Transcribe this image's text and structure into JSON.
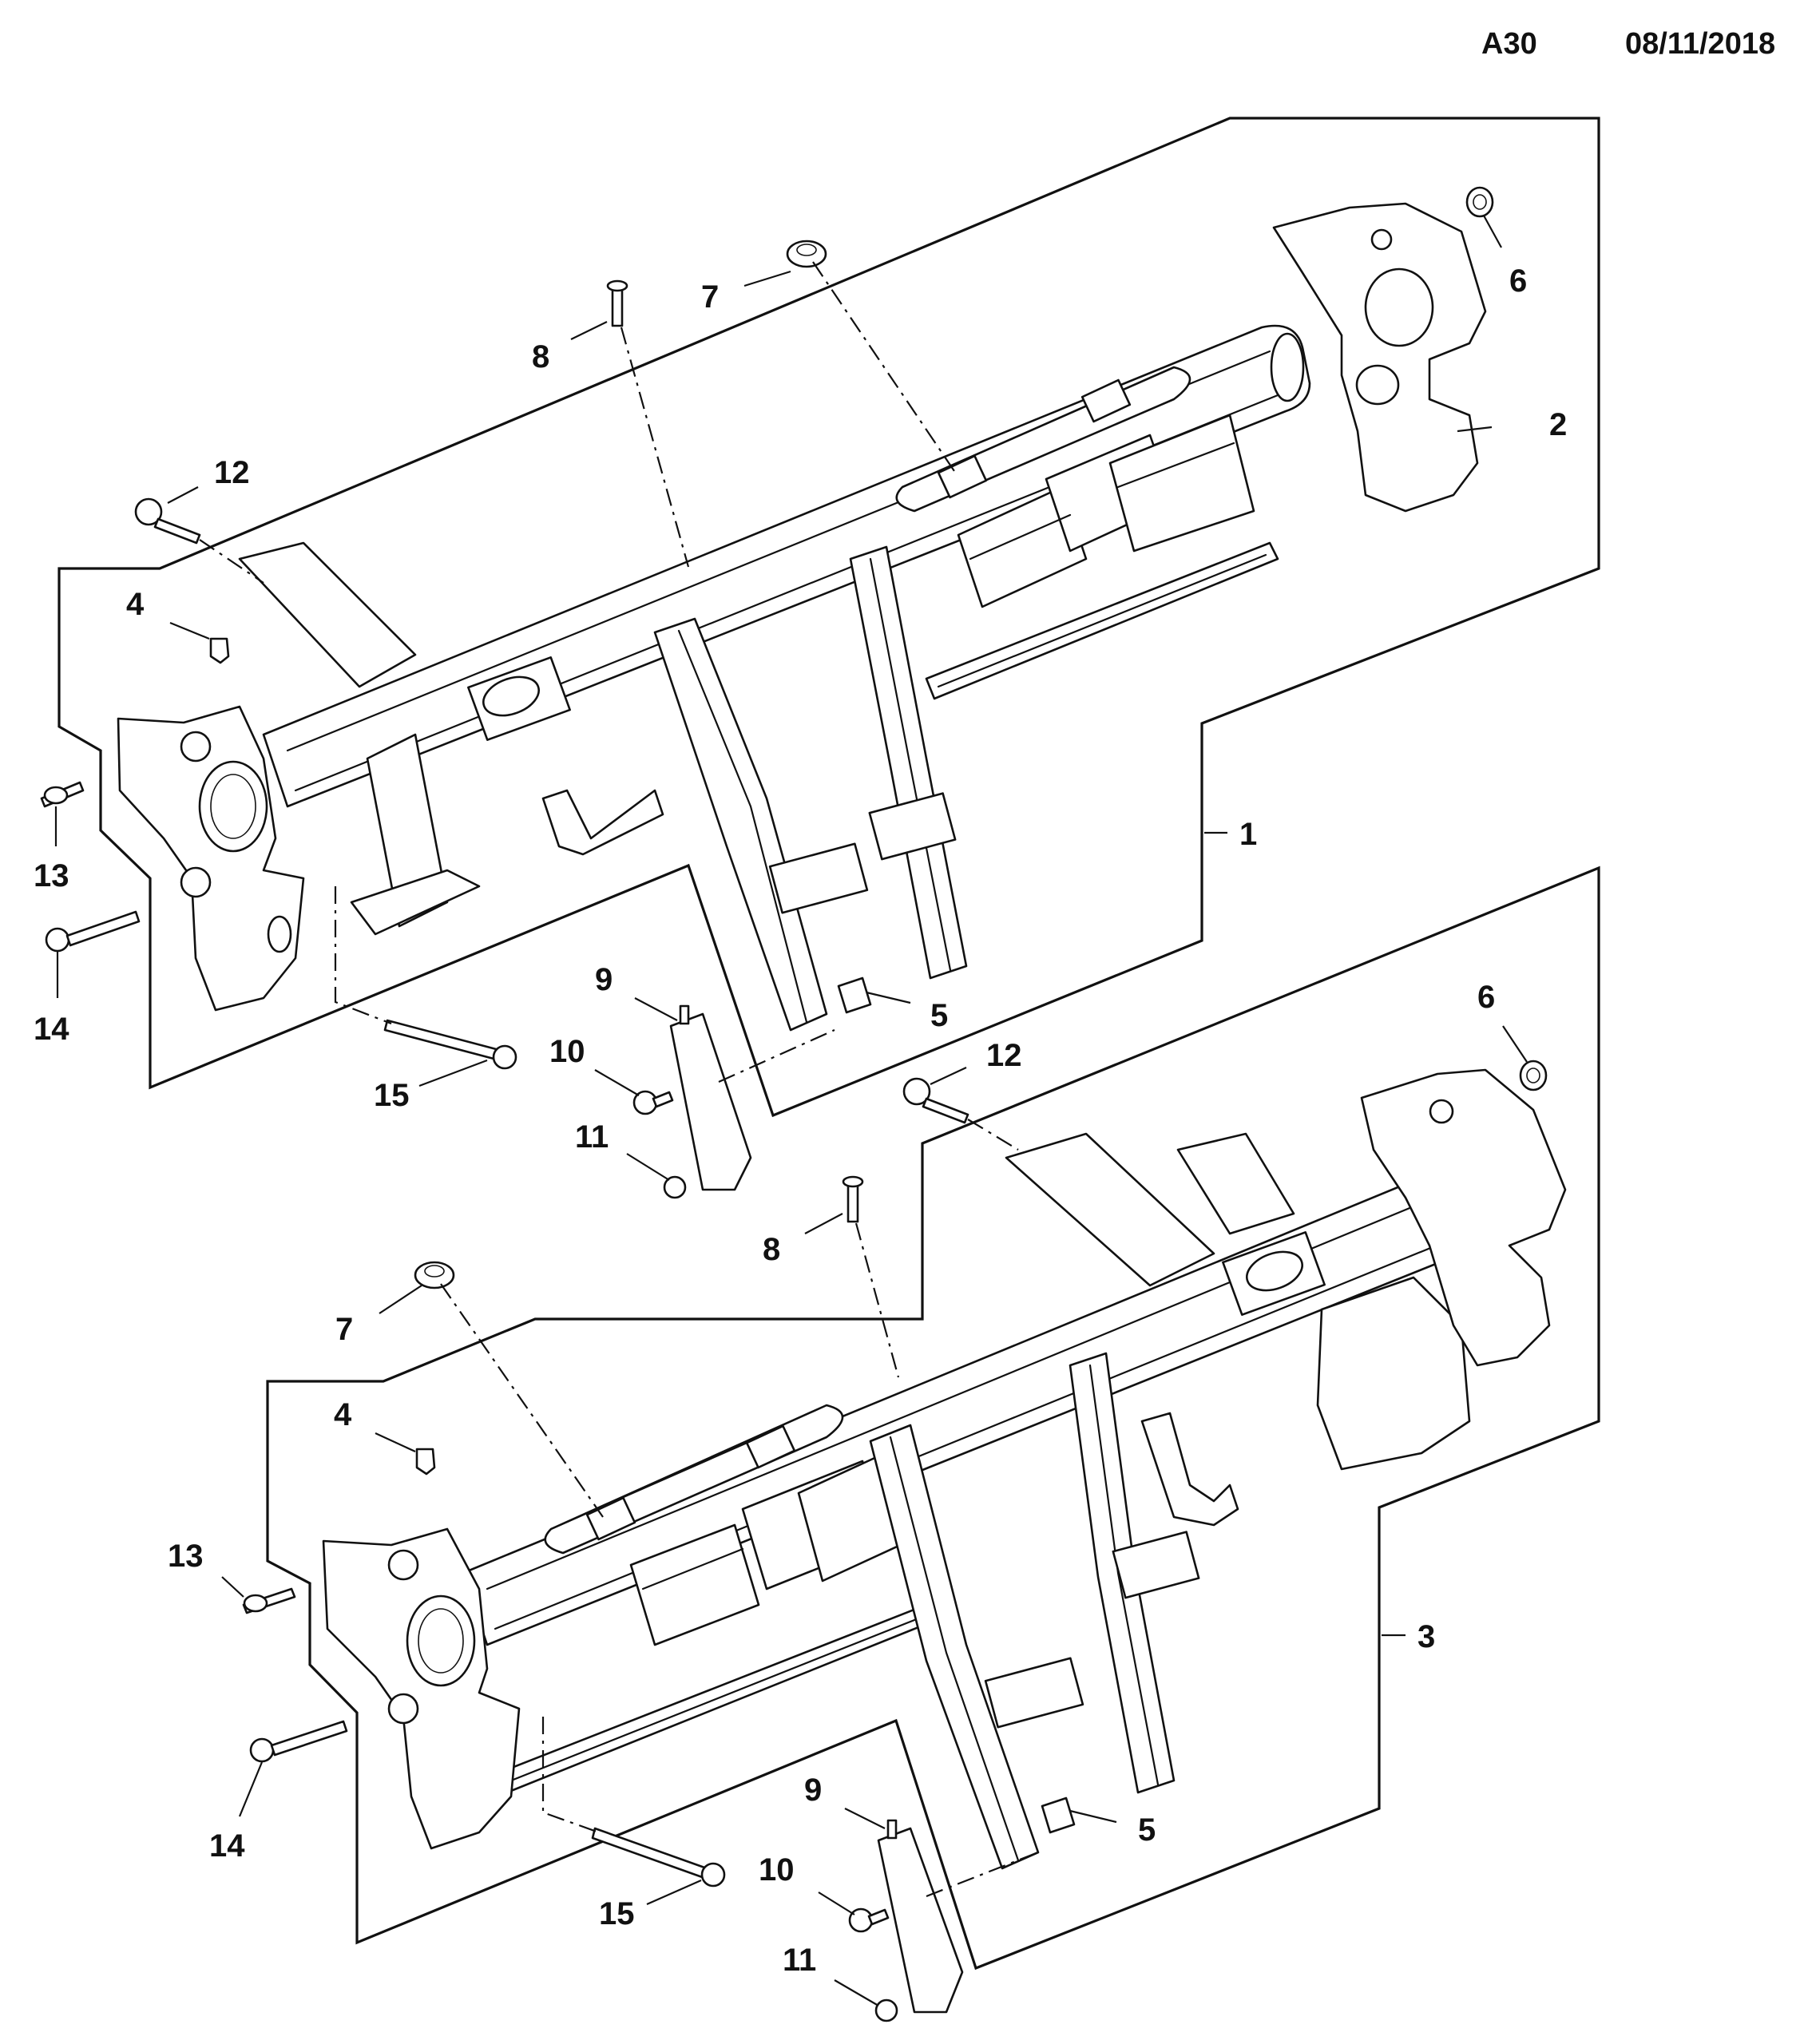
{
  "header": {
    "page_code": "A30",
    "date": "08/11/2018"
  },
  "callouts": {
    "upper": {
      "c1": "1",
      "c2": "2",
      "c4": "4",
      "c5": "5",
      "c6": "6",
      "c7": "7",
      "c8": "8",
      "c9": "9",
      "c10": "10",
      "c11": "11",
      "c12": "12",
      "c13": "13",
      "c14": "14",
      "c15": "15"
    },
    "lower": {
      "c3": "3",
      "c4": "4",
      "c5": "5",
      "c6": "6",
      "c7": "7",
      "c8": "8",
      "c9": "9",
      "c10": "10",
      "c11": "11",
      "c12": "12",
      "c13": "13",
      "c14": "14",
      "c15": "15"
    }
  }
}
